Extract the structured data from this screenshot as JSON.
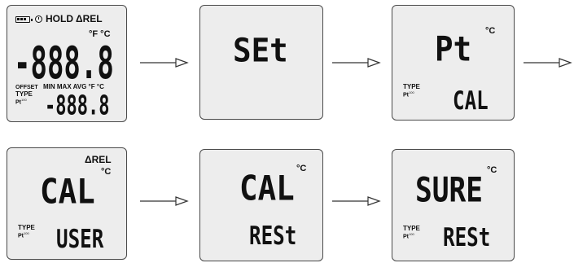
{
  "panel1": {
    "status_hold": "HOLD",
    "status_rel": "ΔREL",
    "unit_top": "°F °C",
    "main_digits": "-888.8",
    "offset": "OFFSET",
    "type": "TYPE",
    "pt": "Pt",
    "pt_sup": "100",
    "minmax": "MIN MAX AVG °F °C",
    "sub_digits": "-888.8"
  },
  "panel2": {
    "main": "SEt"
  },
  "panel3": {
    "unit": "°C",
    "main": "Pt",
    "type": "TYPE",
    "pt": "Pt",
    "pt_sup": "100",
    "sub": "CAL"
  },
  "panel4": {
    "rel": "ΔREL",
    "unit": "°C",
    "main": "CAL",
    "type": "TYPE",
    "pt": "Pt",
    "pt_sup": "100",
    "sub": "USER"
  },
  "panel5": {
    "unit": "°C",
    "main": "CAL",
    "sub": "RESt"
  },
  "panel6": {
    "unit": "°C",
    "main": "SURE",
    "type": "TYPE",
    "pt": "Pt",
    "pt_sup": "100",
    "sub": "RESt"
  },
  "icons": {
    "battery": "battery-icon",
    "clock": "clock-icon",
    "arrow": "right-arrow-icon"
  }
}
